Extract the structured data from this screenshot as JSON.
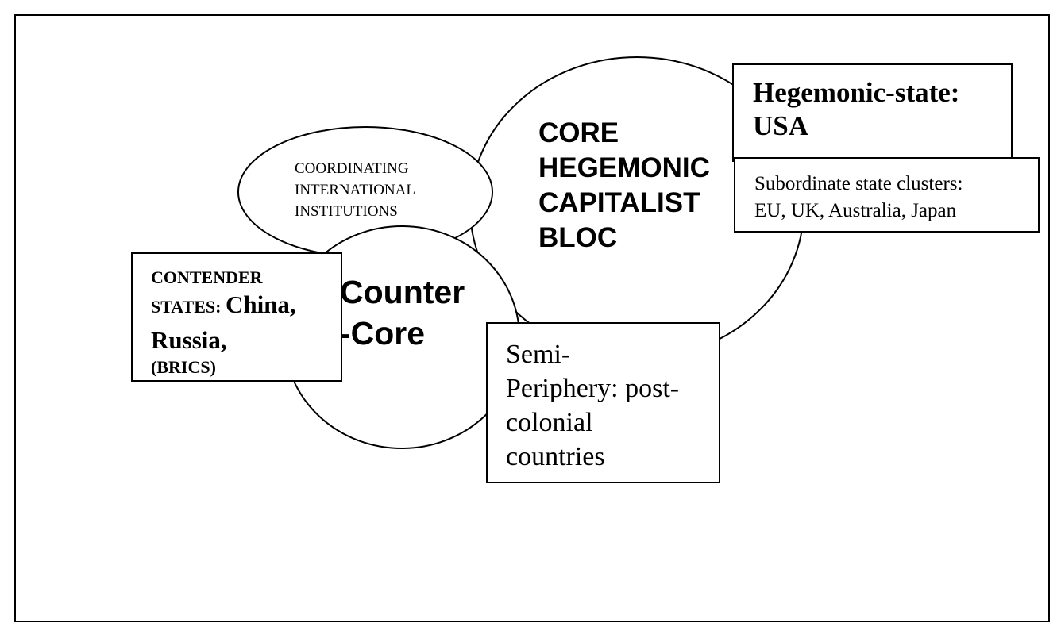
{
  "diagram": {
    "coordinating": [
      "COORDINATING",
      "INTERNATIONAL",
      "INSTITUTIONS"
    ],
    "core_bloc": [
      "CORE",
      "HEGEMONIC",
      "CAPITALIST",
      "BLOC"
    ],
    "counter_core": [
      "Counter",
      "-Core"
    ],
    "hegemonic_state": [
      "Hegemonic-state:",
      "USA"
    ],
    "subordinate": [
      "Subordinate state clusters:",
      "EU, UK, Australia, Japan"
    ],
    "contender": {
      "line1": "CONTENDER",
      "line2_small": "STATES: ",
      "line2_big": "China,",
      "line3": "Russia,",
      "line4": "(BRICS)"
    },
    "semi_periphery": [
      "Semi-",
      "Periphery: post-",
      "colonial",
      "countries"
    ]
  },
  "colors": {
    "stroke": "#000000",
    "fill": "#ffffff"
  }
}
